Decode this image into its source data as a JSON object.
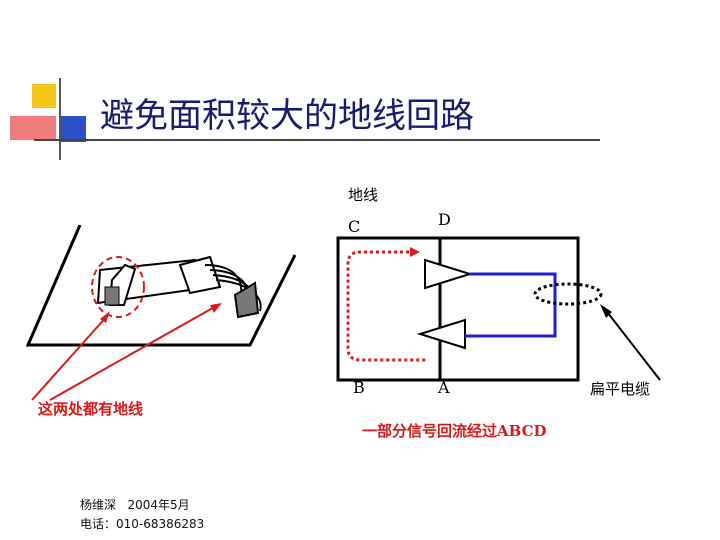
{
  "slide": {
    "title": "避免面积较大的地线回路",
    "footer_author": "杨维深   2004年5月",
    "footer_phone": "电话：010-68386283"
  },
  "left_figure": {
    "note": "这两处都有地线"
  },
  "right_figure": {
    "ground_label": "地线",
    "corner_c": "C",
    "corner_d": "D",
    "corner_b": "B",
    "corner_a": "A",
    "cable_label": "扁平电缆",
    "caption": "一部分信号回流经过ABCD"
  },
  "colors": {
    "title": "#1a1a6e",
    "signal_line": "#1f1fd0",
    "return_path": "#d81a1a",
    "caption": "#d81a1a",
    "deco_yellow": "#f5c518",
    "deco_red": "#f07c7c",
    "deco_blue": "#2d4fc9"
  }
}
